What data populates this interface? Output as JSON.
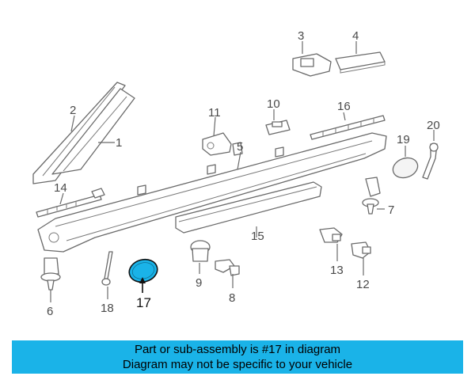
{
  "diagram": {
    "callouts": {
      "1": "1",
      "2": "2",
      "3": "3",
      "4": "4",
      "5": "5",
      "6": "6",
      "7": "7",
      "8": "8",
      "9": "9",
      "10": "10",
      "11": "11",
      "12": "12",
      "13": "13",
      "14": "14",
      "15": "15",
      "16": "16",
      "17": "17",
      "18": "18",
      "19": "19",
      "20": "20"
    },
    "highlight_part": "17",
    "highlight_color": "#1ab3e8"
  },
  "banner": {
    "line1": "Part or sub-assembly is #17 in diagram",
    "line2": "Diagram may not be specific to your vehicle",
    "background": "#1ab3e8"
  }
}
